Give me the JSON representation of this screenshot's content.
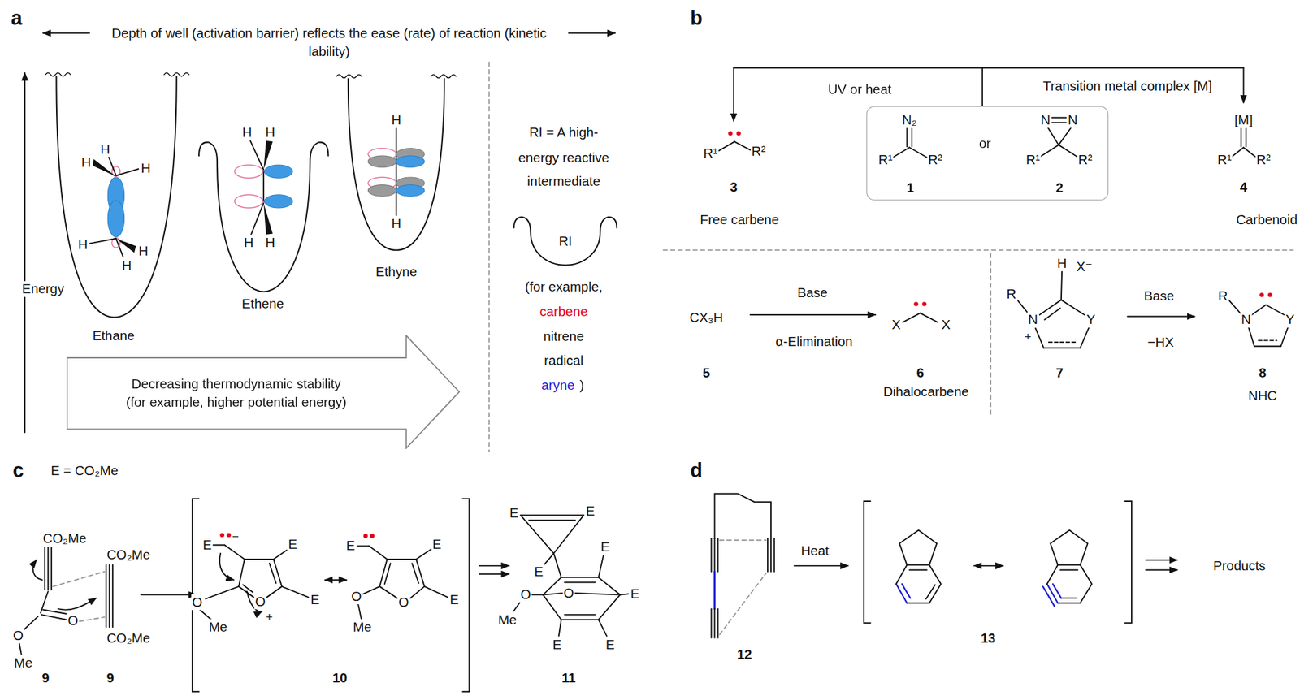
{
  "diagram": {
    "nodes": [
      {
        "text": [
          "Decreasing thermodynamic stability (for example, higher potential energy)"
        ]
      },
      {
        "text": [
          "1",
          "or",
          "2"
        ]
      }
    ],
    "labels": [
      "a",
      "Depth of well (activation barrier) reflects the ease (rate) of reaction (kinetic lability)",
      "H",
      "H",
      "H",
      "H",
      "H",
      "H",
      "Energy",
      "Ethane",
      "H",
      "H",
      "H",
      "H",
      "Ethene",
      "H",
      "H",
      "Ethyne",
      "RI = A high-energy reactive intermediate",
      "RI",
      "(for example,",
      "carbene",
      "nitrene",
      "radical",
      "aryne",
      ")",
      "b",
      "UV or heat",
      "Transition metal complex [M]",
      "R¹",
      "R²",
      "3",
      "Free carbene",
      "N₂",
      "R¹",
      "R²",
      "N",
      "N",
      "R¹",
      "R²",
      "[M]",
      "R¹",
      "R²",
      "4",
      "Carbenoid",
      "CX₃H",
      "Base",
      "α-Elimination",
      "X",
      "X",
      "5",
      "6",
      "Dihalocarbene",
      "H",
      "X⁻",
      "R",
      "N",
      "+",
      "Y",
      "7",
      "Base",
      "−HX",
      "R",
      "N",
      "Y",
      "8",
      "NHC",
      "c",
      "E = CO₂Me",
      "CO₂Me",
      "O",
      "O",
      "Me",
      "9",
      "CO₂Me",
      "CO₂Me",
      "9",
      "E",
      "−",
      "E",
      "O",
      "O",
      "+",
      "E",
      "Me",
      "E",
      "E",
      "O",
      "O",
      "E",
      "Me",
      "10",
      "E",
      "E",
      "E",
      "E",
      "O",
      "O",
      "E",
      "Me",
      "E",
      "E",
      "11",
      "d",
      "12",
      "Heat",
      "13",
      "Products"
    ]
  }
}
